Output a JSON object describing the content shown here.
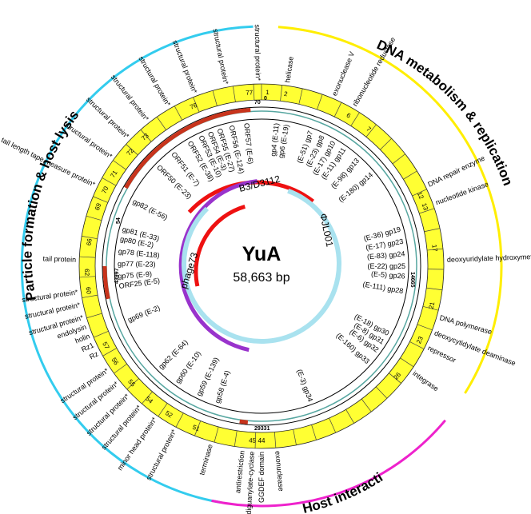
{
  "genome": {
    "name": "YuA",
    "size": "58,663 bp"
  },
  "functional_arcs": [
    {
      "title": "Particle formation & host lysis",
      "color": "#33ccee",
      "start": 190,
      "end": 358
    },
    {
      "title": "DNA metabolism & replication",
      "color": "#ffee00",
      "start": 4,
      "end": 122
    },
    {
      "title": "Host interaction",
      "color": "#ee22cc",
      "start": 130,
      "end": 192
    }
  ],
  "comparison_arcs": [
    {
      "label": "B3/D3112",
      "color": "#ee1111"
    },
    {
      "label": "phage73",
      "color": "#9933cc"
    },
    {
      "label": "ΦJL001",
      "color": "#a9e2ef"
    }
  ],
  "ring_markers": [
    "70",
    "54",
    "43997",
    "14665",
    "29331",
    "0"
  ],
  "orf_numbers": [
    "77",
    "76",
    "73",
    "72",
    "71",
    "70",
    "69",
    "66",
    "62",
    "60",
    "57",
    "56",
    "55",
    "54",
    "52",
    "51",
    "45",
    "44",
    "1",
    "2",
    "6",
    "7",
    "12",
    "13",
    "17",
    "21",
    "23",
    "26"
  ],
  "outer_labels": [
    "structural protein*",
    "helicase",
    "structural protein*",
    "structural protein*",
    "structural protein*",
    "structural protein*",
    "structural protein*",
    "structural protein*",
    "tail length tape measure protein*",
    "tail protein",
    "structural protein*",
    "structural protein*",
    "structural protein*",
    "endolysin",
    "holin",
    "Rz1",
    "Rz",
    "structural protein*",
    "structural protein*",
    "structural protein*",
    "structural protein*",
    "minor head protein*",
    "structural protein*",
    "terminase",
    "antirestriction",
    "diguanylate-cyclase",
    "GGDEF domain",
    "exonuclease",
    "exonuclease V",
    "ribonucleotide reductase",
    "DNA repair enzyme",
    "nucleotide kinase",
    "deoxyuridylate hydroxymethyltransferase",
    "DNA polymerase",
    "deoxycytidylate deaminase",
    "repressor",
    "integrase"
  ],
  "inner_labels": [
    "ORF57 (E-6)",
    "ORF56 (E-124)",
    "ORF55 (E-27)",
    "ORF54 (E-3)",
    "ORF53 (E-10)",
    "ORF52 (E-38)",
    "ORF51 (E-7)",
    "ORF50 (E-23)",
    "gp82 (E-56)",
    "gp81 (E-33)",
    "gp80 (E-2)",
    "gp78 (E-118)",
    "gp77 (E-23)",
    "gp75 (E-9)",
    "ORF25 (E-5)",
    "gp69 (E-2)",
    "gp62 (E-64)",
    "gp60 (E-10)",
    "gp59 (E-139)",
    "gp58 (E-4)",
    "gp4 (E-11)",
    "gp6 (E-19)",
    "(E-51) gp7",
    "(E-23) gp8",
    "(E-17) gp10",
    "(E-11) gp11",
    "(E-98) gp13",
    "(E-180) gp14",
    "(E-36) gp19",
    "(E-17) gp23",
    "(E-83) gp24",
    "(E-22) gp25",
    "(E-5) gp26",
    "(E-111) gp28",
    "(E-18) gp30",
    "(E-8) gp31",
    "(E-6) gp32",
    "(E-160) gp33",
    "(E-3) gp34"
  ]
}
